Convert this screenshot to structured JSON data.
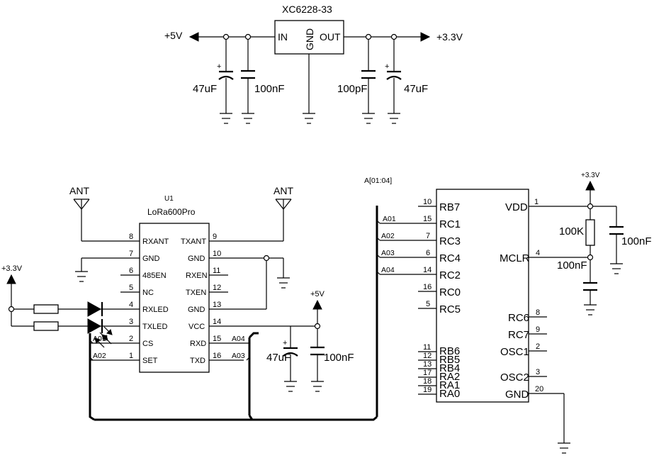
{
  "regulator": {
    "part": "XC6228-33",
    "pin_in": "IN",
    "pin_gnd": "GND",
    "pin_out": "OUT",
    "input_rail": "+5V",
    "output_rail": "+3.3V",
    "caps": {
      "in_electrolytic": "47uF",
      "in_ceramic": "100nF",
      "out_ceramic": "100pF",
      "out_electrolytic": "47uF"
    }
  },
  "lora": {
    "ref": "U1",
    "part": "LoRa600Pro",
    "antenna_left": "ANT",
    "antenna_right": "ANT",
    "left_pins": [
      {
        "num": "8",
        "name": "RXANT"
      },
      {
        "num": "7",
        "name": "GND"
      },
      {
        "num": "6",
        "name": "485EN"
      },
      {
        "num": "5",
        "name": "NC"
      },
      {
        "num": "4",
        "name": "RXLED"
      },
      {
        "num": "3",
        "name": "TXLED"
      },
      {
        "num": "2",
        "name": "CS"
      },
      {
        "num": "1",
        "name": "SET"
      }
    ],
    "right_pins": [
      {
        "num": "9",
        "name": "TXANT"
      },
      {
        "num": "10",
        "name": "GND"
      },
      {
        "num": "11",
        "name": "RXEN"
      },
      {
        "num": "12",
        "name": "TXEN"
      },
      {
        "num": "13",
        "name": "GND"
      },
      {
        "num": "14",
        "name": "VCC"
      },
      {
        "num": "15",
        "name": "RXD"
      },
      {
        "num": "16",
        "name": "TXD"
      }
    ],
    "supply_led": "+3.3V",
    "supply_vcc": "+5V",
    "net_cs": "A01",
    "net_set": "A02",
    "net_rxd": "A04",
    "net_txd": "A03",
    "cap_electrolytic": "47uF",
    "cap_ceramic": "100nF"
  },
  "bus": {
    "label": "A[01:04]",
    "entries": [
      "A01",
      "A02",
      "A03",
      "A04"
    ]
  },
  "mcu": {
    "left_pins": [
      {
        "num": "10",
        "name": "RB7"
      },
      {
        "num": "15",
        "name": "RC1"
      },
      {
        "num": "7",
        "name": "RC3"
      },
      {
        "num": "6",
        "name": "RC4"
      },
      {
        "num": "14",
        "name": "RC2"
      },
      {
        "num": "16",
        "name": "RC0"
      },
      {
        "num": "5",
        "name": "RC5"
      },
      {
        "num": "11",
        "name": "RB6"
      },
      {
        "num": "12",
        "name": "RB5"
      },
      {
        "num": "13",
        "name": "RB4"
      },
      {
        "num": "17",
        "name": "RA2"
      },
      {
        "num": "18",
        "name": "RA1"
      },
      {
        "num": "19",
        "name": "RA0"
      }
    ],
    "right_pins": [
      {
        "num": "1",
        "name": "VDD"
      },
      {
        "num": "4",
        "name": "MCLR"
      },
      {
        "num": "8",
        "name": "RC6"
      },
      {
        "num": "9",
        "name": "RC7"
      },
      {
        "num": "2",
        "name": "OSC1"
      },
      {
        "num": "3",
        "name": "OSC2"
      },
      {
        "num": "20",
        "name": "GND"
      }
    ],
    "supply": "+3.3V",
    "pullup": "100K",
    "vdd_cap": "100nF",
    "mclr_cap": "100nF"
  }
}
